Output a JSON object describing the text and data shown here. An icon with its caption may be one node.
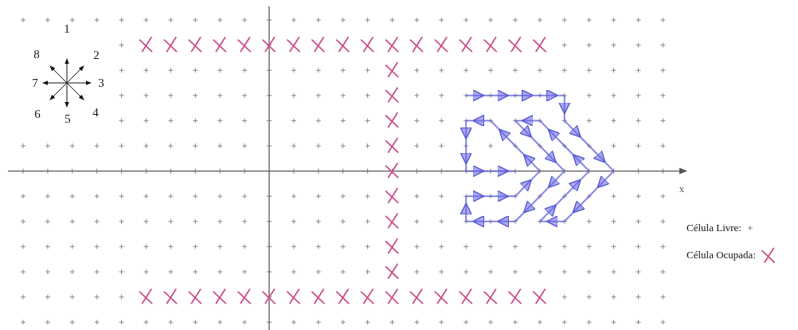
{
  "diagram": {
    "labels": [
      "1",
      "2",
      "3",
      "4",
      "5",
      "6",
      "7",
      "8",
      "x"
    ],
    "legend": [
      {
        "text": "Célula Livre:"
      },
      {
        "text": "Célula Ocupada:"
      }
    ]
  }
}
